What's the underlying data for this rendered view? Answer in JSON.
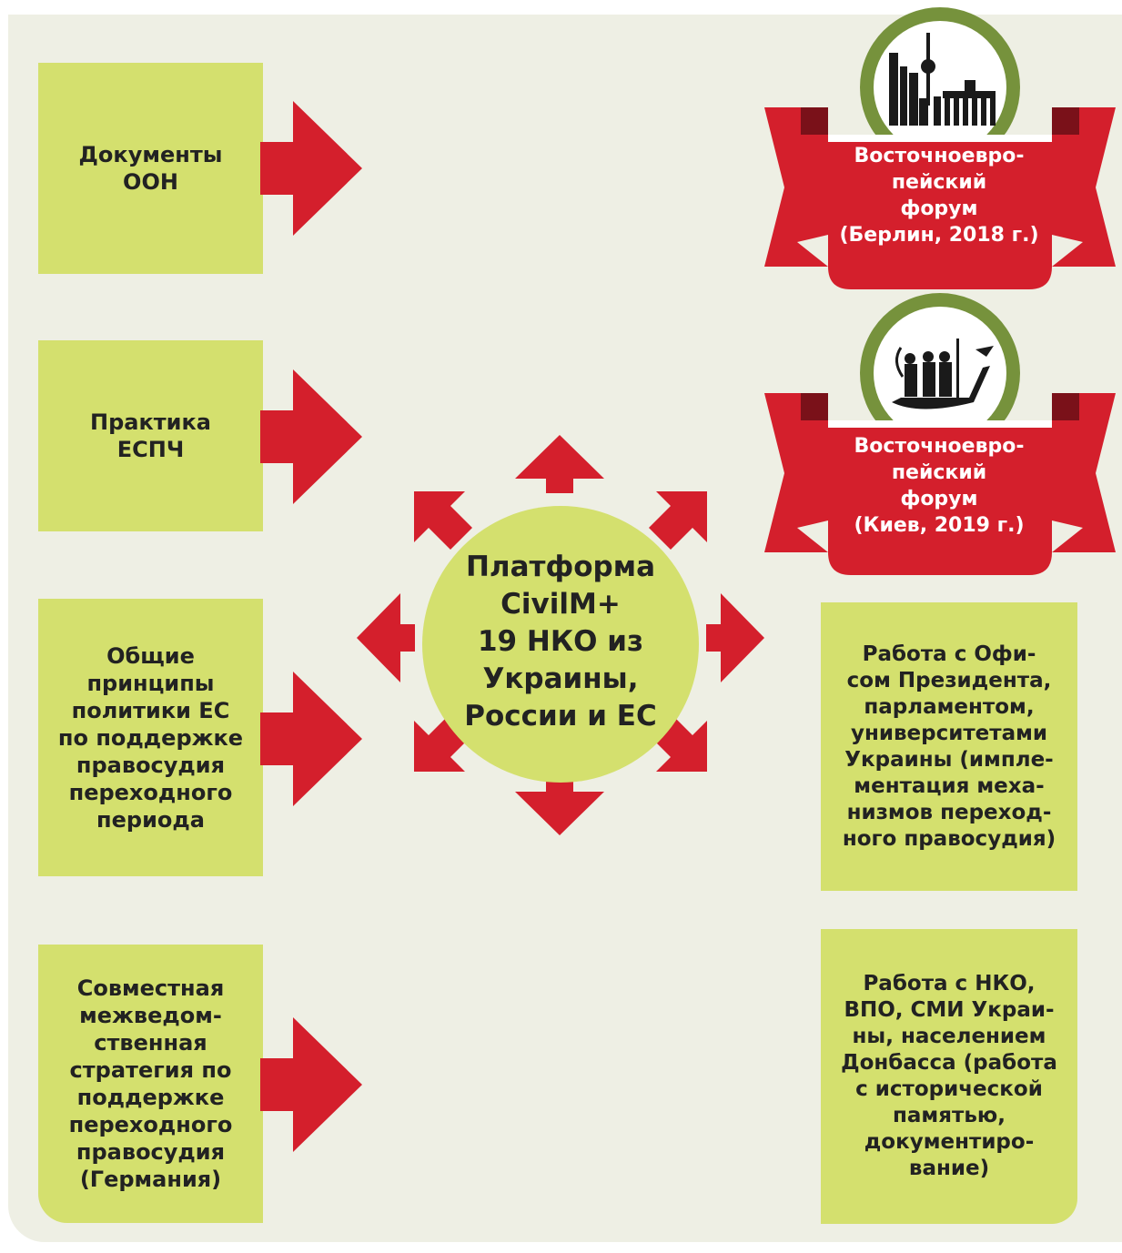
{
  "left_boxes": [
    {
      "text": "Документы\nООН"
    },
    {
      "text": "Практика\nЕСПЧ"
    },
    {
      "text": "Общие\nпринципы\nполитики ЕС\nпо поддержке\nправосудия\nпереходного\nпериода"
    },
    {
      "text": "Совместная\nмежведом-\nственная\nстратегия по\nподдержке\nпереходного\nправосудия\n(Германия)"
    }
  ],
  "center": {
    "text": "Платформа\nCivilM+\n19 НКО из\nУкраины,\nРоссии и ЕС"
  },
  "forums": [
    {
      "text": "Восточноевро-\nпейский\nфорум\n(Берлин, 2018 г.)",
      "icon": "berlin-skyline-icon"
    },
    {
      "text": "Восточноевро-\nпейский\nфорум\n(Киев, 2019 г.)",
      "icon": "kyiv-monument-icon"
    }
  ],
  "right_boxes": [
    {
      "text": "Работа с Офи-\nсом Президента,\nпарламентом,\nуниверситетами\nУкраины (импле-\nментация меха-\nнизмов переход-\nного правосудия)"
    },
    {
      "text": "Работа с НКО,\nВПО, СМИ Украи-\nны, населением\nДонбасса (работа\nс исторической\nпамятью,\nдокументиро-\nвание)"
    }
  ],
  "colors": {
    "green": "#d4e06e",
    "red": "#d41f2c",
    "dark_red": "#7a1119",
    "olive": "#76923c",
    "panel": "#eeefe4"
  }
}
